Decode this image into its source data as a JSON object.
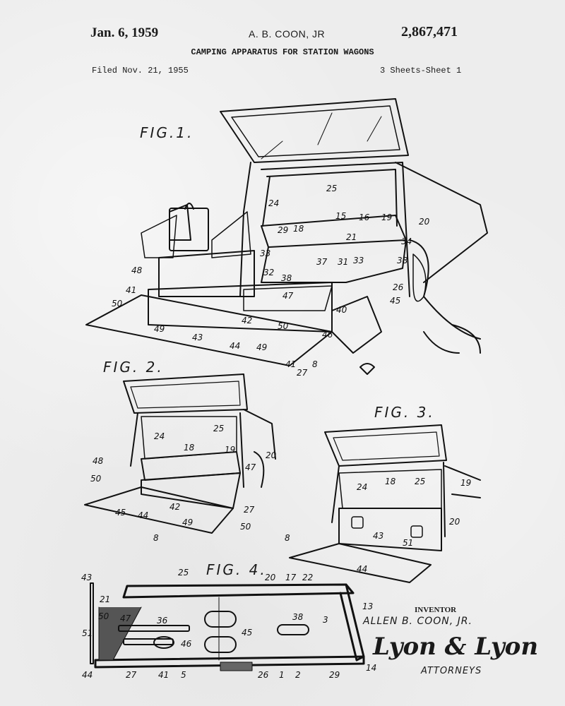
{
  "header": {
    "date": "Jan. 6, 1959",
    "inventor_short": "A. B. COON, JR",
    "patent_number": "2,867,471",
    "title": "CAMPING APPARATUS FOR STATION WAGONS",
    "filed": "Filed Nov. 21, 1955",
    "sheets": "3 Sheets-Sheet 1"
  },
  "figures": [
    {
      "label": "FIG.1.",
      "refs": [
        "24",
        "25",
        "15",
        "16",
        "18",
        "19",
        "20",
        "29",
        "21",
        "34",
        "33",
        "33",
        "37",
        "31",
        "38",
        "48",
        "32",
        "38",
        "26",
        "41",
        "47",
        "45",
        "50",
        "40",
        "42",
        "46",
        "49",
        "43",
        "44",
        "49",
        "50",
        "41",
        "27",
        "8"
      ]
    },
    {
      "label": "FIG. 2.",
      "refs": [
        "24",
        "25",
        "18",
        "19",
        "20",
        "48",
        "47",
        "50",
        "45",
        "44",
        "42",
        "49",
        "27",
        "50",
        "8"
      ]
    },
    {
      "label": "FIG. 3.",
      "refs": [
        "24",
        "18",
        "25",
        "19",
        "20",
        "43",
        "51",
        "8",
        "44"
      ]
    },
    {
      "label": "FIG. 4.",
      "refs": [
        "43",
        "25",
        "20",
        "17",
        "22",
        "21",
        "13",
        "50",
        "47",
        "36",
        "45",
        "38",
        "3",
        "51",
        "46",
        "44",
        "27",
        "41",
        "5",
        "26",
        "1",
        "2",
        "29",
        "14"
      ]
    }
  ],
  "signature": {
    "inventor_label": "INVENTOR",
    "inventor_name": "ALLEN B. COON, JR.",
    "signature": "Lyon & Lyon",
    "attorneys_label": "ATTORNEYS"
  }
}
